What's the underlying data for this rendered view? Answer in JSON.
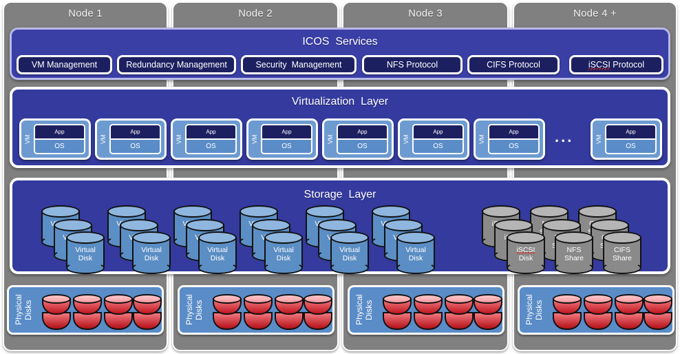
{
  "diagram": {
    "title": "ICOS clustered storage node architecture",
    "colors": {
      "node_panel": "#808080",
      "layer_blue": "#343a9e",
      "service_pill": "#1d2060",
      "icos_border": "#b9bbe8",
      "vm_blue": "#6d9bd1",
      "virtual_disk": "#5b8ec4",
      "share_disk": "#8a8a8a",
      "physical_disk": "#c01822",
      "spellcheck_underline": "#e02020"
    }
  },
  "nodes": [
    {
      "label": "Node 1"
    },
    {
      "label": "Node 2"
    },
    {
      "label": "Node 3"
    },
    {
      "label": "Node 4 +"
    }
  ],
  "icos_layer": {
    "title": "ICOS  Services",
    "services": [
      {
        "label": "VM Management",
        "misspelled": false
      },
      {
        "label": "Redundancy Management",
        "misspelled": false
      },
      {
        "label": "Security  Management",
        "misspelled": false
      },
      {
        "label": "NFS Protocol",
        "misspelled": false
      },
      {
        "label": "CIFS Protocol",
        "misspelled": false
      },
      {
        "label": "iSCSI Protocol",
        "misspelled": true,
        "misspelled_word": "iSCSI"
      }
    ]
  },
  "virtualization_layer": {
    "title": "Virtualization  Layer",
    "vm_tag": "VM",
    "app_label": "App",
    "os_label": "OS",
    "vm_count": 8,
    "ellipsis": "..."
  },
  "storage_layer": {
    "title": "Storage  Layer",
    "virtual_disk_label": "Virtual\nDisk",
    "virtual_disk_cluster_count": 6,
    "share_disks": [
      {
        "label": "iSCSI\nDisk",
        "misspelled": true
      },
      {
        "label": "NFS\nShare",
        "misspelled": false
      },
      {
        "label": "CIFS\nShare",
        "misspelled": false
      }
    ]
  },
  "physical_layer": {
    "label": "Physical\nDisks",
    "disks_per_node": 4,
    "group_count": 4
  }
}
